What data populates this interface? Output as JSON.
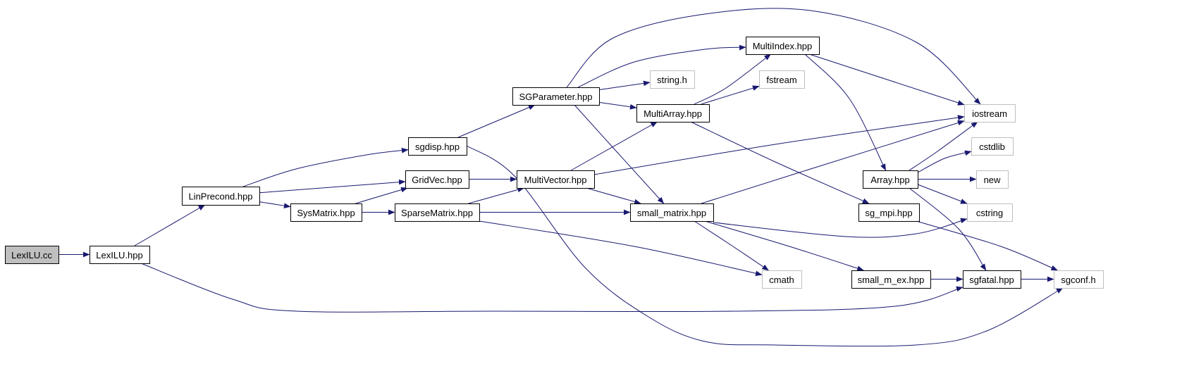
{
  "graph": {
    "nodes": [
      {
        "id": "lexilu_cc",
        "label": "LexILU.cc",
        "kind": "root"
      },
      {
        "id": "lexilu_hpp",
        "label": "LexILU.hpp",
        "kind": "local"
      },
      {
        "id": "linprecond",
        "label": "LinPrecond.hpp",
        "kind": "local"
      },
      {
        "id": "sgdisp",
        "label": "sgdisp.hpp",
        "kind": "local"
      },
      {
        "id": "gridvec",
        "label": "GridVec.hpp",
        "kind": "local"
      },
      {
        "id": "sysmatrix",
        "label": "SysMatrix.hpp",
        "kind": "local"
      },
      {
        "id": "sparsematrix",
        "label": "SparseMatrix.hpp",
        "kind": "local"
      },
      {
        "id": "multivector",
        "label": "MultiVector.hpp",
        "kind": "local"
      },
      {
        "id": "sgparameter",
        "label": "SGParameter.hpp",
        "kind": "local"
      },
      {
        "id": "string_h",
        "label": "string.h",
        "kind": "system"
      },
      {
        "id": "multiarray",
        "label": "MultiArray.hpp",
        "kind": "local"
      },
      {
        "id": "multiindex",
        "label": "MultiIndex.hpp",
        "kind": "local"
      },
      {
        "id": "fstream",
        "label": "fstream",
        "kind": "system"
      },
      {
        "id": "small_matrix",
        "label": "small_matrix.hpp",
        "kind": "local"
      },
      {
        "id": "cmath",
        "label": "cmath",
        "kind": "system"
      },
      {
        "id": "iostream",
        "label": "iostream",
        "kind": "system"
      },
      {
        "id": "array",
        "label": "Array.hpp",
        "kind": "local"
      },
      {
        "id": "cstdlib",
        "label": "cstdlib",
        "kind": "system"
      },
      {
        "id": "new",
        "label": "new",
        "kind": "system"
      },
      {
        "id": "cstring",
        "label": "cstring",
        "kind": "system"
      },
      {
        "id": "sg_mpi",
        "label": "sg_mpi.hpp",
        "kind": "local"
      },
      {
        "id": "small_m_ex",
        "label": "small_m_ex.hpp",
        "kind": "local"
      },
      {
        "id": "sgfatal",
        "label": "sgfatal.hpp",
        "kind": "local"
      },
      {
        "id": "sgconf",
        "label": "sgconf.h",
        "kind": "system"
      }
    ],
    "edges": [
      {
        "from": "lexilu_cc",
        "to": "lexilu_hpp"
      },
      {
        "from": "lexilu_hpp",
        "to": "linprecond"
      },
      {
        "from": "lexilu_hpp",
        "to": "sgfatal"
      },
      {
        "from": "linprecond",
        "to": "sgdisp"
      },
      {
        "from": "linprecond",
        "to": "gridvec"
      },
      {
        "from": "linprecond",
        "to": "sysmatrix"
      },
      {
        "from": "sgdisp",
        "to": "sgparameter"
      },
      {
        "from": "sgdisp",
        "to": "sgconf"
      },
      {
        "from": "gridvec",
        "to": "multivector"
      },
      {
        "from": "sysmatrix",
        "to": "gridvec"
      },
      {
        "from": "sysmatrix",
        "to": "sparsematrix"
      },
      {
        "from": "sparsematrix",
        "to": "multivector"
      },
      {
        "from": "sparsematrix",
        "to": "small_matrix"
      },
      {
        "from": "sparsematrix",
        "to": "cmath"
      },
      {
        "from": "multivector",
        "to": "multiarray"
      },
      {
        "from": "multivector",
        "to": "iostream"
      },
      {
        "from": "multivector",
        "to": "small_matrix"
      },
      {
        "from": "sgparameter",
        "to": "multiindex"
      },
      {
        "from": "sgparameter",
        "to": "string_h"
      },
      {
        "from": "sgparameter",
        "to": "multiarray"
      },
      {
        "from": "sgparameter",
        "to": "iostream"
      },
      {
        "from": "sgparameter",
        "to": "small_matrix"
      },
      {
        "from": "multiarray",
        "to": "multiindex"
      },
      {
        "from": "multiarray",
        "to": "fstream"
      },
      {
        "from": "multiarray",
        "to": "sg_mpi"
      },
      {
        "from": "multiindex",
        "to": "iostream"
      },
      {
        "from": "multiindex",
        "to": "array"
      },
      {
        "from": "small_matrix",
        "to": "iostream"
      },
      {
        "from": "small_matrix",
        "to": "cstring"
      },
      {
        "from": "small_matrix",
        "to": "cmath"
      },
      {
        "from": "small_matrix",
        "to": "small_m_ex"
      },
      {
        "from": "array",
        "to": "iostream"
      },
      {
        "from": "array",
        "to": "cstdlib"
      },
      {
        "from": "array",
        "to": "new"
      },
      {
        "from": "array",
        "to": "cstring"
      },
      {
        "from": "array",
        "to": "sgfatal"
      },
      {
        "from": "sg_mpi",
        "to": "sgconf"
      },
      {
        "from": "small_m_ex",
        "to": "sgfatal"
      },
      {
        "from": "sgfatal",
        "to": "sgconf"
      }
    ]
  }
}
